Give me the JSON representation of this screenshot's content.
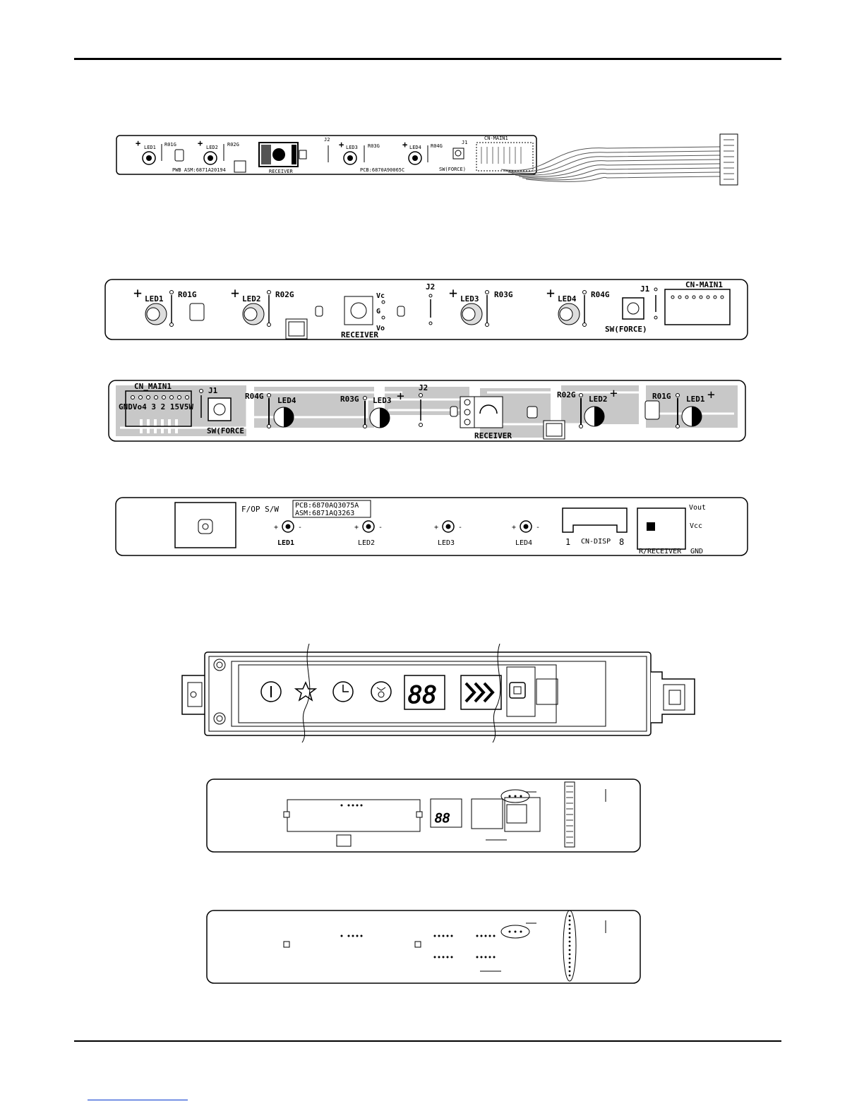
{
  "board1": {
    "labels": {
      "led1": "LED1",
      "r01": "R01G",
      "led2": "LED2",
      "r02": "R02G",
      "receiver": "RECEIVER",
      "pwb": "PWB ASM:6871A20194",
      "j2": "J2",
      "led3": "LED3",
      "r03": "R03G",
      "pcb": "PCB:6870A90065C",
      "led4": "LED4",
      "r04": "R04G",
      "j1": "J1",
      "sw": "SW(FORCE)",
      "cn": "CN-MAIN1"
    }
  },
  "board2": {
    "labels": {
      "led1": "LED1",
      "r01": "R01G",
      "led2": "LED2",
      "r02": "R02G",
      "vc": "Vc",
      "g": "G",
      "vo": "Vo",
      "receiver": "RECEIVER",
      "j2": "J2",
      "led3": "LED3",
      "r03": "R03G",
      "led4": "LED4",
      "r04": "R04G",
      "j1": "J1",
      "sw": "SW(FORCE)",
      "cn": "CN-MAIN1"
    }
  },
  "board3": {
    "labels": {
      "cn": "CN_MAIN1",
      "pins": "GNDVo4 3 2 15V5W",
      "j1": "J1",
      "sw": "SW(FORCE",
      "r04": "R04G",
      "led4": "LED4",
      "r03": "R03G",
      "led3": "LED3",
      "j2": "J2",
      "receiver": "RECEIVER",
      "r02": "R02G",
      "led2": "LED2",
      "r01": "R01G",
      "led1": "LED1"
    }
  },
  "board4": {
    "labels": {
      "fop": "F/OP S/W",
      "pcb": "PCB:6870AQ3075A",
      "asm": "ASM:6871AQ3263",
      "led1": "LED1",
      "led2": "LED2",
      "led3": "LED3",
      "led4": "LED4",
      "pin1": "1",
      "cndisp": "CN-DISP",
      "pin8": "8",
      "vout": "Vout",
      "vcc": "Vcc",
      "rreceiver": "R/RECEIVER",
      "gnd": "GND"
    }
  },
  "front": {
    "display": "88"
  },
  "board6": {
    "labels": {
      "seg": "88"
    }
  }
}
